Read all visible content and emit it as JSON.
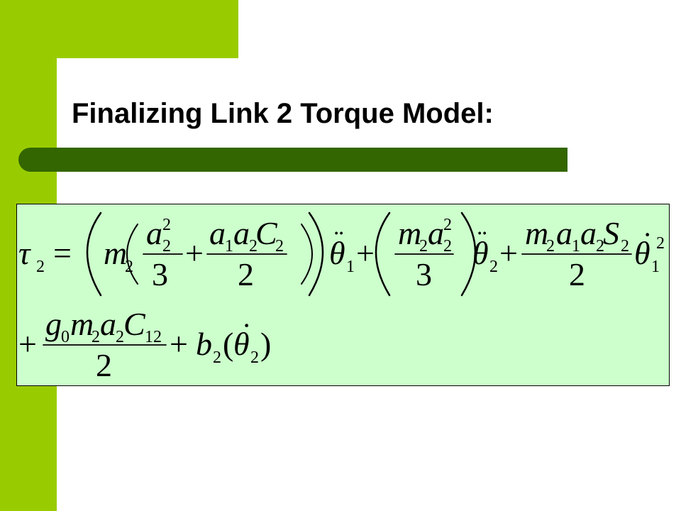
{
  "slide": {
    "title": "Finalizing Link 2 Torque Model:",
    "colors": {
      "accent": "#99cc00",
      "divider": "#336600",
      "equation_background": "#ccffcc",
      "text": "#000000"
    }
  },
  "equation": {
    "tau": "τ",
    "tau_sub": "2",
    "equals": "=",
    "m_a": "m",
    "m_a_sub": "2",
    "f1_a": "a",
    "f1_a_sup": "2",
    "f1_a_sub": "2",
    "f1_den": "3",
    "plus1": "+",
    "f2_a1": "a",
    "f2_a1_sub": "1",
    "f2_a2": "a",
    "f2_a2_sub": "2",
    "f2_C": "C",
    "f2_C_sub": "2",
    "f2_den": "2",
    "th1": "θ",
    "th1_dots": "¨",
    "th1_sub": "1",
    "plus2": "+",
    "f3_m": "m",
    "f3_m_sub": "2",
    "f3_a": "a",
    "f3_a_sup": "2",
    "f3_a_sub": "2",
    "f3_den": "3",
    "th2": "θ",
    "th2_dots": "¨",
    "th2_sub": "2",
    "plus3": "+",
    "f4_m": "m",
    "f4_m_sub": "2",
    "f4_a1": "a",
    "f4_a1_sub": "1",
    "f4_a2": "a",
    "f4_a2_sub": "2",
    "f4_S": "S",
    "f4_S_sub": "2",
    "f4_den": "2",
    "th3": "θ",
    "th3_dot": "·",
    "th3_sub": "1",
    "th3_sup": "2",
    "plus4": "+",
    "f5_g": "g",
    "f5_g_sub": "0",
    "f5_m": "m",
    "f5_m_sub": "2",
    "f5_a": "a",
    "f5_a_sub": "2",
    "f5_C": "C",
    "f5_C_sub": "12",
    "f5_den": "2",
    "plus5": "+",
    "b": "b",
    "b_sub": "2",
    "lparen": "(",
    "th4": "θ",
    "th4_dot": "·",
    "th4_sub": "2",
    "rparen": ")"
  }
}
